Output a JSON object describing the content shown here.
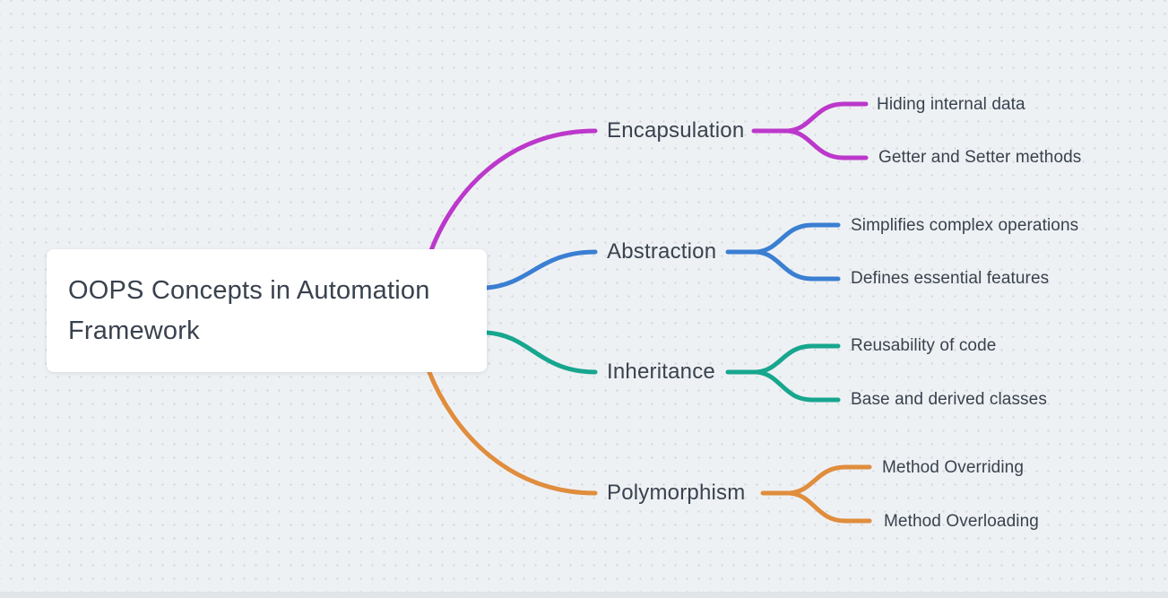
{
  "canvas": {
    "background_color": "#eef1f4",
    "dot_color": "#d3d8de",
    "text_color": "#39424e"
  },
  "root": {
    "title": "OOPS Concepts in Automation Framework"
  },
  "branches": [
    {
      "id": "encapsulation",
      "label": "Encapsulation",
      "color": "#bc38cb",
      "children": [
        "Hiding internal data",
        "Getter and Setter methods"
      ]
    },
    {
      "id": "abstraction",
      "label": "Abstraction",
      "color": "#3a7fd2",
      "children": [
        "Simplifies complex operations",
        "Defines essential features"
      ]
    },
    {
      "id": "inheritance",
      "label": "Inheritance",
      "color": "#17a68e",
      "children": [
        "Reusability of code",
        "Base and derived classes"
      ]
    },
    {
      "id": "polymorphism",
      "label": "Polymorphism",
      "color": "#e08d3d",
      "children": [
        "Method Overriding",
        "Method Overloading"
      ]
    }
  ]
}
